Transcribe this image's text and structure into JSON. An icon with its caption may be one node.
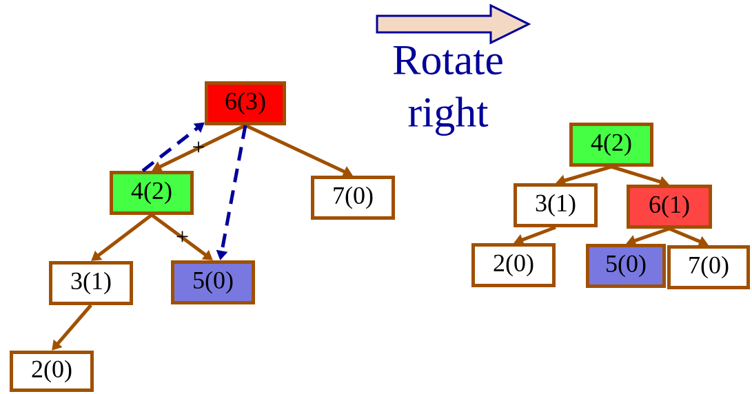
{
  "diagram": {
    "nodes": [
      {
        "text": [
          "6(3)"
        ]
      },
      {
        "text": [
          "4(2)"
        ]
      },
      {
        "text": [
          "7(0)"
        ]
      },
      {
        "text": [
          "3(1)"
        ]
      },
      {
        "text": [
          "5(0)"
        ]
      },
      {
        "text": [
          "2(0)"
        ]
      },
      {
        "text": [
          "4(2)"
        ]
      },
      {
        "text": [
          "3(1)"
        ]
      },
      {
        "text": [
          "6(1)"
        ]
      },
      {
        "text": [
          "2(0)"
        ]
      },
      {
        "text": [
          "5(0)"
        ]
      },
      {
        "text": [
          "7(0)"
        ]
      }
    ],
    "edges": [
      {
        "from": 0,
        "to": 1,
        "arrow": "to",
        "label": "+"
      },
      {
        "from": 0,
        "to": 2,
        "arrow": "to"
      },
      {
        "from": 1,
        "to": 3,
        "arrow": "to"
      },
      {
        "from": 1,
        "to": 4,
        "arrow": "to",
        "label": "+"
      },
      {
        "from": 3,
        "to": 5,
        "arrow": "to"
      },
      {
        "from": 1,
        "to": 0,
        "arrow": "to",
        "style": "dashed",
        "color": "#000099"
      },
      {
        "from": 0,
        "to": 4,
        "arrow": "to",
        "style": "dashed",
        "color": "#000099"
      },
      {
        "from": 6,
        "to": 7,
        "arrow": "to"
      },
      {
        "from": 6,
        "to": 8,
        "arrow": "to"
      },
      {
        "from": 7,
        "to": 9,
        "arrow": "to"
      },
      {
        "from": 8,
        "to": 10,
        "arrow": "to"
      },
      {
        "from": 8,
        "to": 11,
        "arrow": "to"
      }
    ],
    "labels": [
      "Rotate right"
    ]
  }
}
